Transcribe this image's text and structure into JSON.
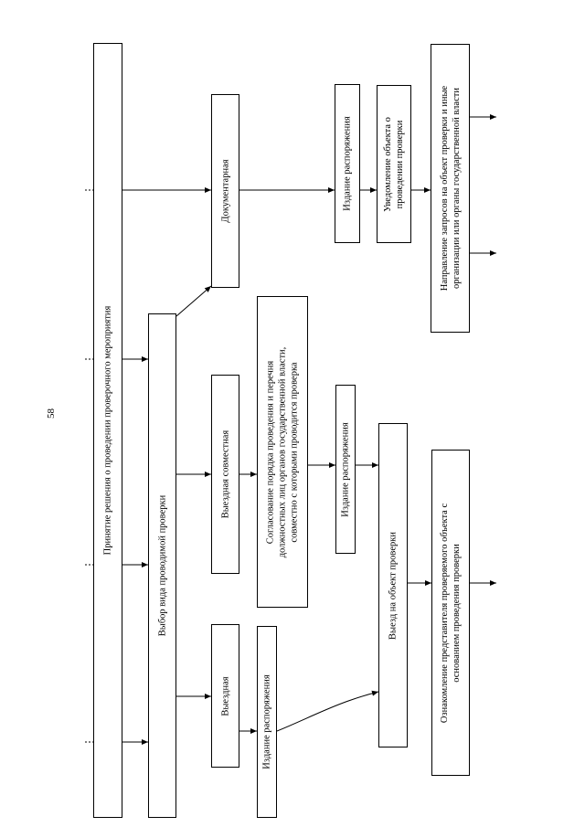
{
  "page_number": "58",
  "decision": "Принятие решения о проведении проверочного мероприятия",
  "choice": "Выбор вида проводимой проверки",
  "types": {
    "onsite": "Выездная",
    "onsite_joint": "Выездная совместная",
    "documentary": "Документарная"
  },
  "onsite": {
    "order": "Издание распоряжения",
    "departure": "Выезд на объект проверки",
    "familiarization": [
      "Ознакомление представителя проверяемого объекта с",
      "основанием проведения проверки"
    ]
  },
  "joint": {
    "agreement": [
      "Согласование порядка проведения  и перечня",
      "должностных лиц органов государственной власти,",
      "совместно с которыми проводится проверка"
    ],
    "order": "Издание распоряжения"
  },
  "documentary": {
    "order": "Издание распоряжения",
    "notice": [
      "Уведомление объекта о",
      "проведении проверки"
    ],
    "requests": [
      "Направление запросов на объект проверки и иные",
      "организации или органы государственной власти"
    ]
  }
}
